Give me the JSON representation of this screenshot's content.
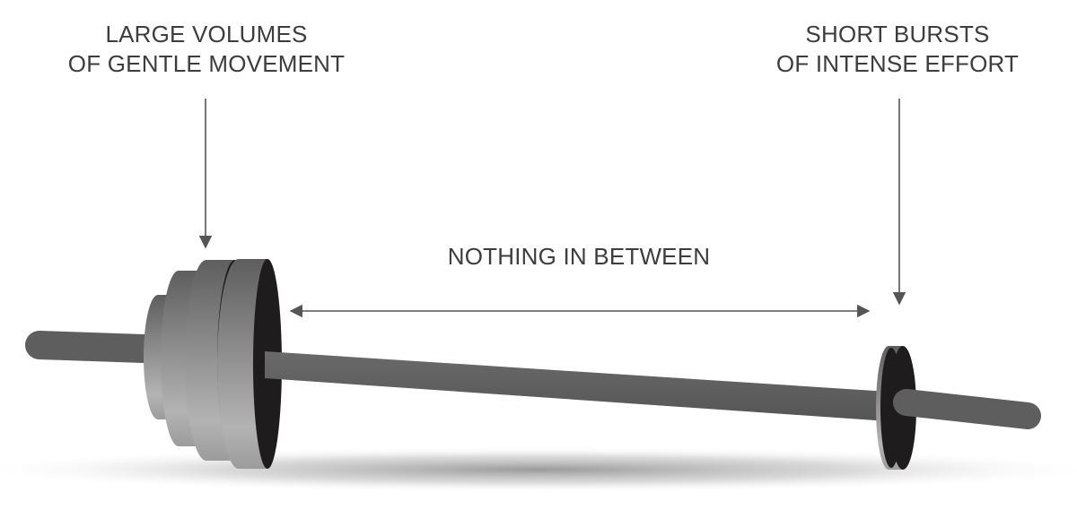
{
  "labels": {
    "left_line1": "LARGE VOLUMES",
    "left_line2": "OF GENTLE MOVEMENT",
    "right_line1": "SHORT BURSTS",
    "right_line2": "OF INTENSE EFFORT",
    "middle": "NOTHING IN BETWEEN"
  },
  "colors": {
    "text": "#3d3d3d",
    "bar": "#5e5e5f",
    "plate_face": "#1e1c1d",
    "plate_rim_light": "#a2a2a3",
    "plate_rim_dark": "#5a5a5b",
    "arrow": "#555555",
    "shadow": "#9a9a9a"
  },
  "icons": {
    "left_plates": "weight-plate-stack",
    "right_plate": "single-weight-plate",
    "bar": "barbell-bar"
  }
}
